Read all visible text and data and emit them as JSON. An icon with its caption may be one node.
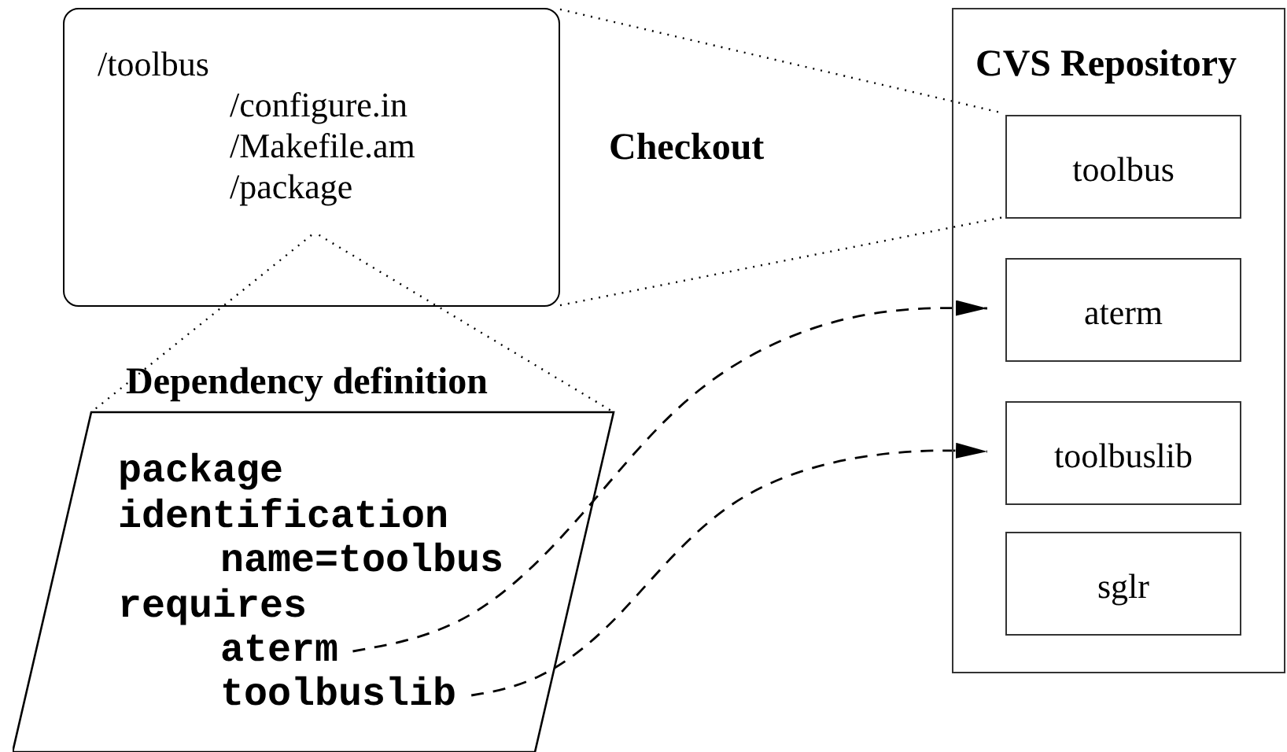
{
  "diagram": {
    "nodes": [
      {
        "text": [
          "/toolbus",
          "/configure.in",
          "/Makefile.am",
          "/package"
        ],
        "beside": [
          "Checkout"
        ]
      },
      {
        "text": [
          "Dependency definition",
          "package",
          "identification",
          "name=toolbus",
          "requires"
        ]
      },
      {
        "text": [
          "aterm"
        ],
        "in": 1
      },
      {
        "text": [
          "toolbuslib"
        ],
        "in": 1
      },
      {
        "text": [
          "CVS Repository"
        ]
      },
      {
        "text": [
          "toolbus"
        ],
        "in": 4
      },
      {
        "text": [
          "aterm"
        ],
        "in": 4
      },
      {
        "text": [
          "toolbuslib"
        ],
        "in": 4
      },
      {
        "text": [
          "sglr"
        ],
        "in": 4
      }
    ],
    "edges": [
      {
        "from": 0,
        "to": 5,
        "arrow": "none"
      },
      {
        "from": 0,
        "to": 5,
        "arrow": "none"
      },
      {
        "from": 0,
        "to": 1,
        "arrow": "none"
      },
      {
        "from": 0,
        "to": 1,
        "arrow": "none"
      },
      {
        "from": 2,
        "to": 6,
        "arrow": "to",
        "style": "dashed"
      },
      {
        "from": 3,
        "to": 7,
        "arrow": "to",
        "style": "dashed"
      }
    ]
  }
}
